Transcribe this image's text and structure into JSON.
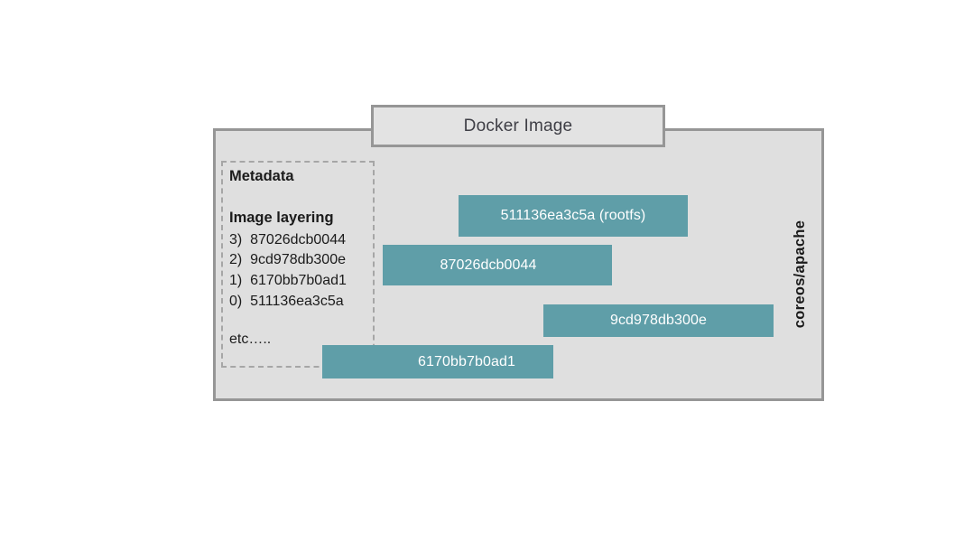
{
  "diagram": {
    "header": {
      "label": "Docker Image"
    },
    "repository": {
      "label": "coreos/apache"
    },
    "metadata": {
      "title": "Metadata",
      "layering_title": "Image layering",
      "layers": [
        "3)  87026dcb0044",
        "2)  9cd978db300e",
        "1)  6170bb7b0ad1",
        "0)  511136ea3c5a"
      ],
      "etc": "etc….."
    },
    "layer_bars": [
      {
        "id": "rootfs",
        "label": "511136ea3c5a (rootfs)"
      },
      {
        "id": "87026dcb0044",
        "label": "87026dcb0044"
      },
      {
        "id": "9cd978db300e",
        "label": "9cd978db300e"
      },
      {
        "id": "6170bb7b0ad1",
        "label": "6170bb7b0ad1"
      }
    ],
    "colors": {
      "layer_fill": "#5f9ea8",
      "container_fill": "#dfdfdf",
      "container_border": "#969696",
      "header_fill": "#e3e3e3",
      "dashed_border": "#a6a6a6",
      "text_dark": "#1b1b1b",
      "text_on_layer": "#ffffff"
    }
  }
}
